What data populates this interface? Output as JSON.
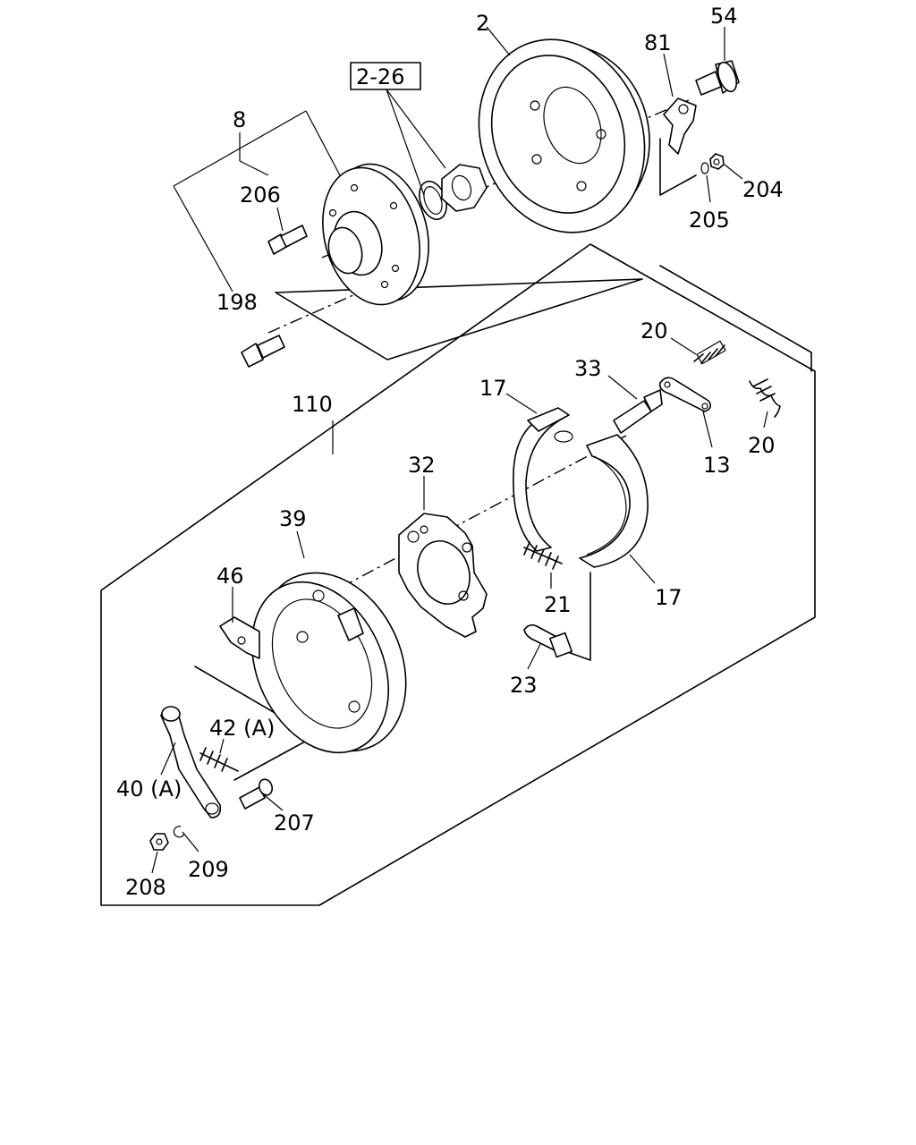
{
  "diagram": {
    "callouts": {
      "p2": "2",
      "p54": "54",
      "p81": "81",
      "p2_26": "2-26",
      "p8": "8",
      "p206": "206",
      "p204": "204",
      "p205": "205",
      "p198": "198",
      "p20a": "20",
      "p33": "33",
      "p17a": "17",
      "p110": "110",
      "p20b": "20",
      "p13": "13",
      "p32": "32",
      "p39": "39",
      "p46": "46",
      "p21": "21",
      "p17b": "17",
      "p23": "23",
      "p42a": "42 (A)",
      "p40a": "40 (A)",
      "p207": "207",
      "p209": "209",
      "p208": "208"
    }
  }
}
